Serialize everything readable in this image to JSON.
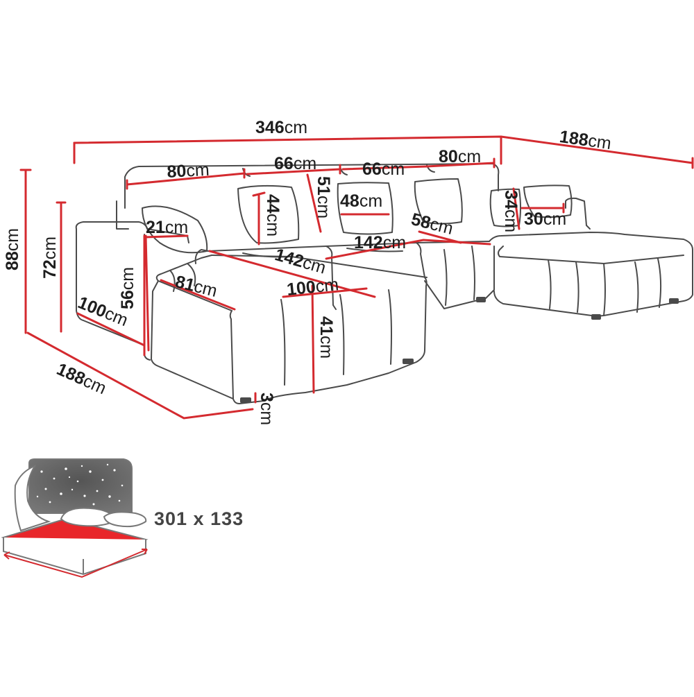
{
  "unit": "cm",
  "dimensions": {
    "total_width": "346",
    "right_depth": "188",
    "left_depth": "188",
    "total_height": "88",
    "back_height": "72",
    "armrest_height": "56",
    "armrest_width": "21",
    "armrest_length": "100",
    "back_cushion_1": "80",
    "back_cushion_2": "66",
    "back_cushion_3": "66",
    "back_cushion_4": "80",
    "pillow_height_1": "44",
    "pillow_height_2": "51",
    "pillow_width": "48",
    "small_pillow_height": "34",
    "small_pillow_width": "30",
    "seat_width_1": "142",
    "seat_width_2": "142",
    "seat_depth_right": "58",
    "chaise_width": "81",
    "chaise_length": "100",
    "seat_height": "41",
    "leg_height": "3"
  },
  "bed": {
    "label": "301 x 133",
    "icon": "bed-icon",
    "accent": "#e8262a"
  },
  "colors": {
    "outline": "#4a4a4a",
    "dimension_line": "#d42a2f",
    "text": "#1e1e1e"
  }
}
